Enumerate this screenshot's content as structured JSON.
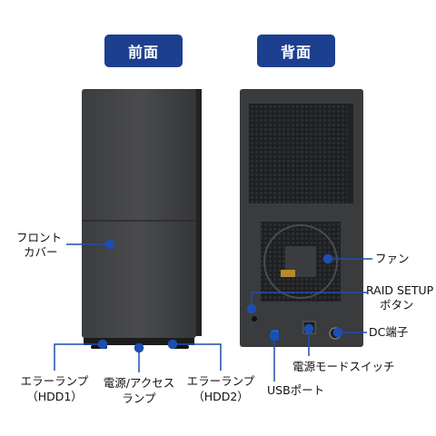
{
  "headers": {
    "front": "前面",
    "back": "背面"
  },
  "front_labels": {
    "front_cover_line1": "フロント",
    "front_cover_line2": "カバー",
    "error_lamp1_line1": "エラーランプ",
    "error_lamp1_line2": "（HDD1）",
    "power_access_line1": "電源/アクセス",
    "power_access_line2": "ランプ",
    "error_lamp2_line1": "エラーランプ",
    "error_lamp2_line2": "（HDD2）"
  },
  "back_labels": {
    "fan": "ファン",
    "raid_line1": "RAID SETUP",
    "raid_line2": "ボタン",
    "dc": "DC端子",
    "power_mode_switch": "電源モードスイッチ",
    "usb_port": "USBポート"
  },
  "colors": {
    "badge": "#1d3f8f",
    "callout": "#1d4fb0",
    "device": "#3a3b3d"
  }
}
